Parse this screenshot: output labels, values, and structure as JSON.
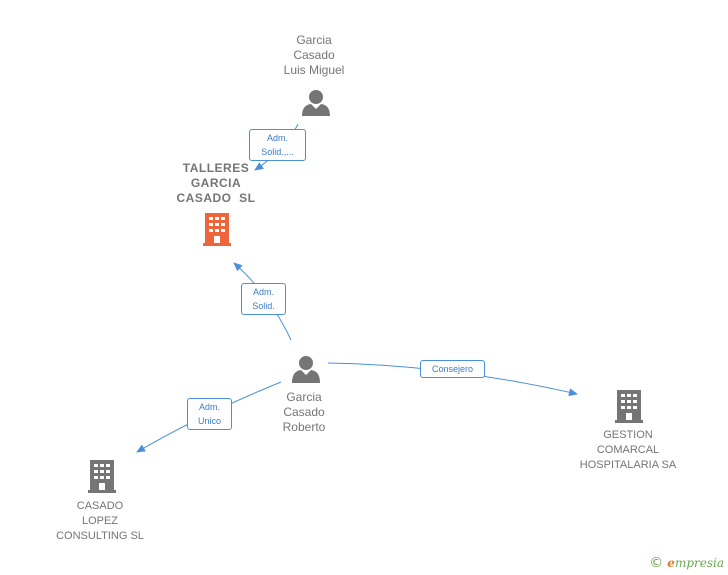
{
  "nodes": {
    "person_luis": {
      "lines": [
        "Garcia",
        "Casado",
        "Luis Miguel"
      ]
    },
    "company_talleres": {
      "lines": [
        "TALLERES",
        "GARCIA",
        "CASADO  SL"
      ]
    },
    "person_roberto": {
      "lines": [
        "Garcia",
        "Casado",
        "Roberto"
      ]
    },
    "company_casado": {
      "lines": [
        "CASADO",
        "LOPEZ",
        "CONSULTING SL"
      ]
    },
    "company_gestion": {
      "lines": [
        "GESTION",
        "COMARCAL",
        "HOSPITALARIA SA"
      ]
    }
  },
  "edges": {
    "luis_talleres": {
      "lines": [
        "Adm.",
        "Solid.,..."
      ]
    },
    "roberto_talleres": {
      "lines": [
        "Adm.",
        "Solid."
      ]
    },
    "roberto_casado": {
      "lines": [
        "Adm.",
        "Unico"
      ]
    },
    "roberto_gestion": {
      "lines": [
        "Consejero"
      ]
    }
  },
  "colors": {
    "edge": "#4a90d9",
    "node_gray": "#757575",
    "main_company": "#f0643c"
  },
  "brand": {
    "copyright": "©",
    "name_first": "e",
    "name_rest": "mpresia"
  }
}
